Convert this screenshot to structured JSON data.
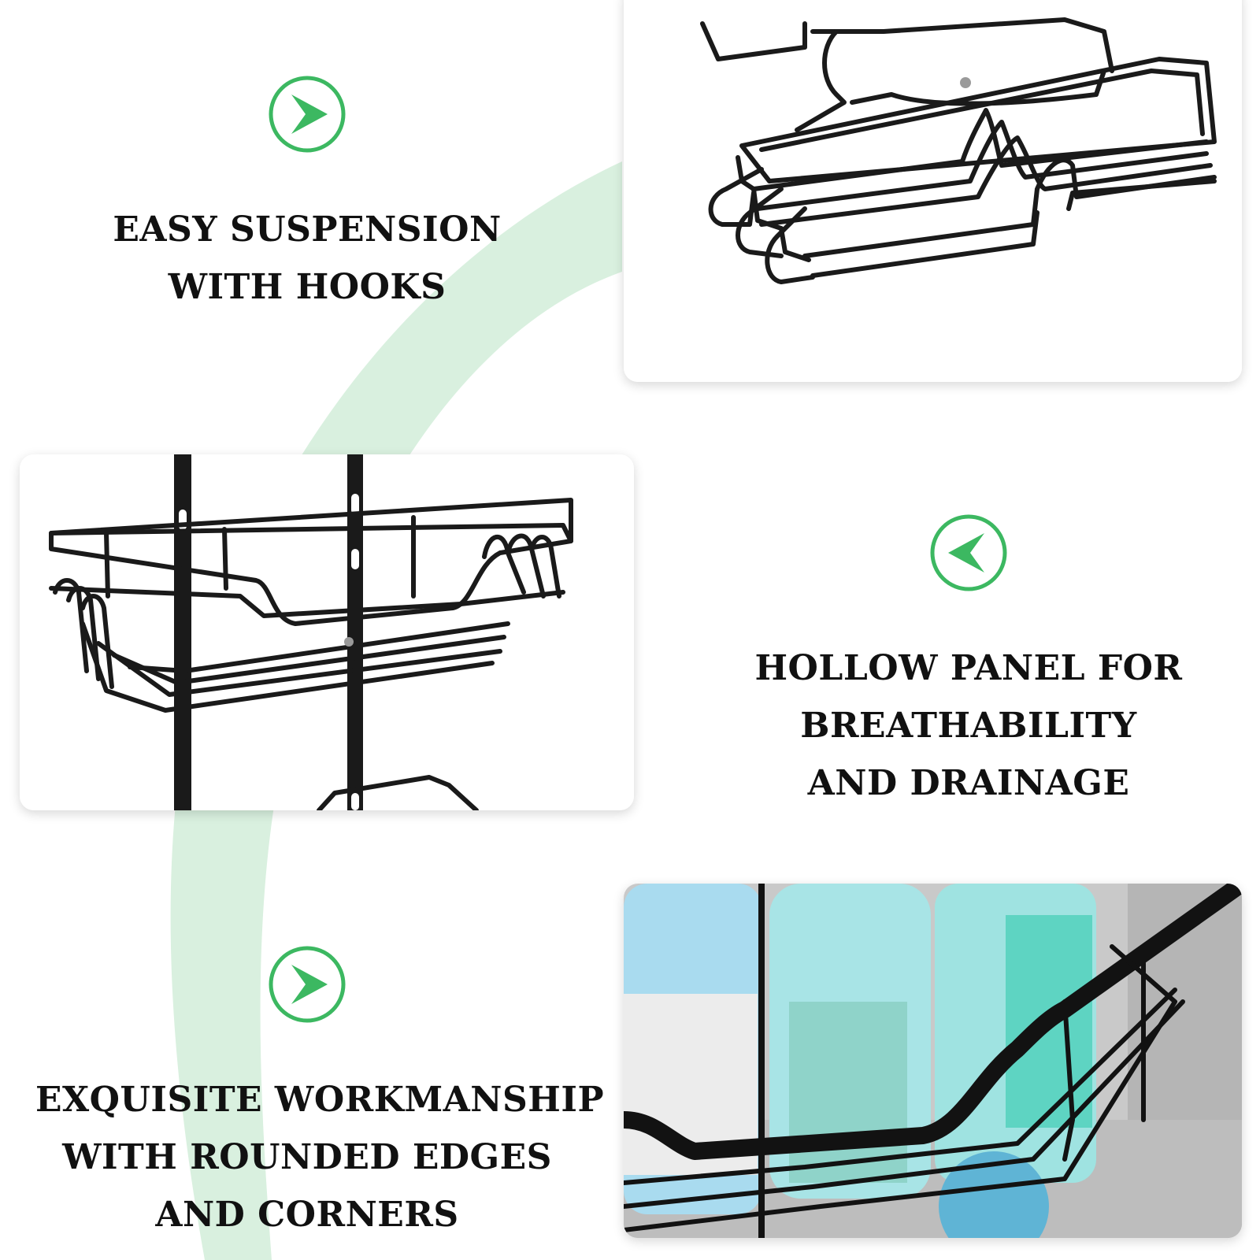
{
  "colors": {
    "accent_green": "#3cb861",
    "arc_green": "#d9f0df",
    "text": "#111111",
    "card_bg": "#ffffff",
    "metal": "#1a1a1a"
  },
  "features": [
    {
      "icon": "arrow-right-badge-icon",
      "title_lines": [
        "EASY SUSPENSION",
        "WITH HOOKS"
      ]
    },
    {
      "icon": "arrow-left-badge-icon",
      "title_lines": [
        "HOLLOW PANEL FOR",
        "BREATHABILITY",
        "AND DRAINAGE"
      ]
    },
    {
      "icon": "arrow-right-badge-icon",
      "title_lines": [
        "EXQUISITE WORKMANSHIP",
        "WITH ROUNDED EDGES",
        "AND CORNERS"
      ]
    }
  ],
  "images": [
    {
      "icon": "hook-basket-closeup-image"
    },
    {
      "icon": "wire-basket-panel-image"
    },
    {
      "icon": "bottles-in-basket-image"
    }
  ]
}
